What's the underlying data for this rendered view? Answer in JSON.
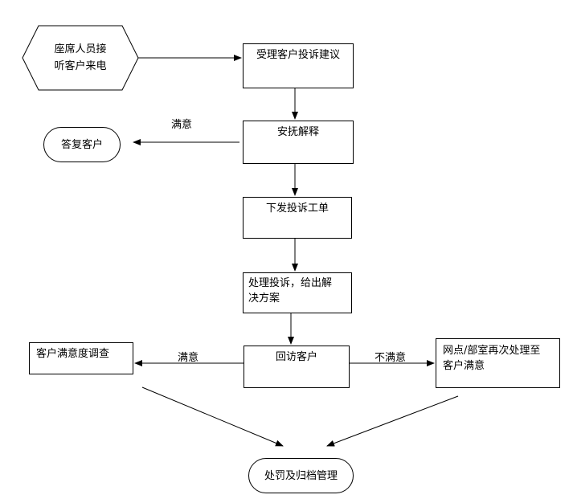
{
  "nodes": {
    "start": "座席人员接\n听客户来电",
    "accept": "受理客户投诉建议",
    "calm": "安抚解释",
    "reply": "答复客户",
    "dispatch": "下发投诉工单",
    "handle": "处理投诉，给出解\n决方案",
    "revisit": "回访客户",
    "survey": "客户满意度调查",
    "redo": "网点/部室再次处理至\n客户满意",
    "archive": "处罚及归档管理"
  },
  "edge_labels": {
    "calm_to_reply": "满意",
    "revisit_to_survey": "满意",
    "revisit_to_redo": "不满意"
  },
  "colors": {
    "stroke": "#000000",
    "fill": "#ffffff"
  }
}
